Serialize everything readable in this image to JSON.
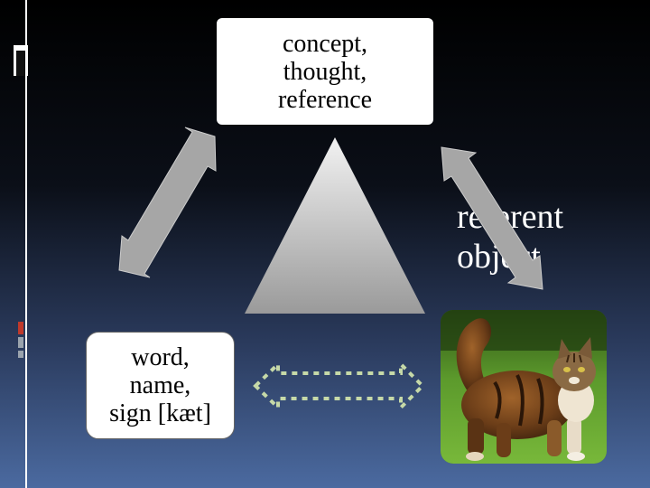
{
  "concept_box": {
    "text": "concept,\nthought,\nreference"
  },
  "word_box": {
    "text": "word,\nname,\nsign [kæt]"
  },
  "referent_label": {
    "text": "referent\nobject"
  },
  "cat_picture": {
    "subject": "fluffy-tabby-cat-icon"
  },
  "colors": {
    "arrow_fill": "#a6a6a6",
    "dotted_arrow": "#c6d9a8",
    "triangle_top": "#f2f2f2",
    "triangle_bottom": "#9a9a9a",
    "deco_red": "#c0392b",
    "deco_gray": "#9aa3ad"
  }
}
